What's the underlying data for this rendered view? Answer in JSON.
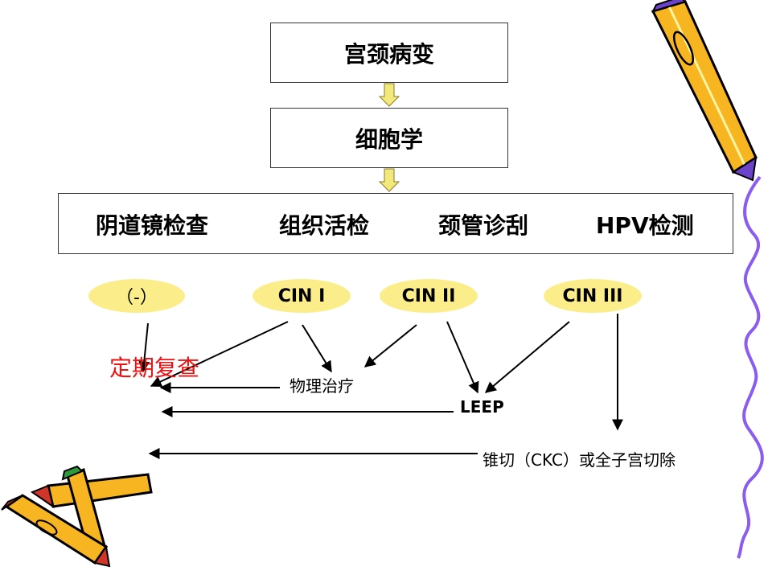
{
  "flow": {
    "top_box": "宫颈病变",
    "second_box": "细胞学",
    "exams": [
      "阴道镜检查",
      "组织活检",
      "颈管诊刮",
      "HPV检测"
    ],
    "results": [
      "（-）",
      "CIN I",
      "CIN II",
      "CIN III"
    ],
    "treatments": {
      "physical": "物理治疗",
      "leep": "LEEP",
      "ckc": "锥切（CKC）或全子宫切除"
    },
    "followup": "定期复查"
  },
  "colors": {
    "ellipse_fill": "#fbee8a",
    "followup_text": "#e11111",
    "flow_arrow_fill": "#f3e87a",
    "pencil_body": "#f7b522",
    "pencil_outline": "#000000",
    "pencil_tip": "#6a43c8",
    "scribble_line": "#8a5cf0"
  },
  "decorations": {
    "top_right": "pencil-icon",
    "bottom_left": "pencils-icon",
    "right_edge": "scribble-line"
  }
}
